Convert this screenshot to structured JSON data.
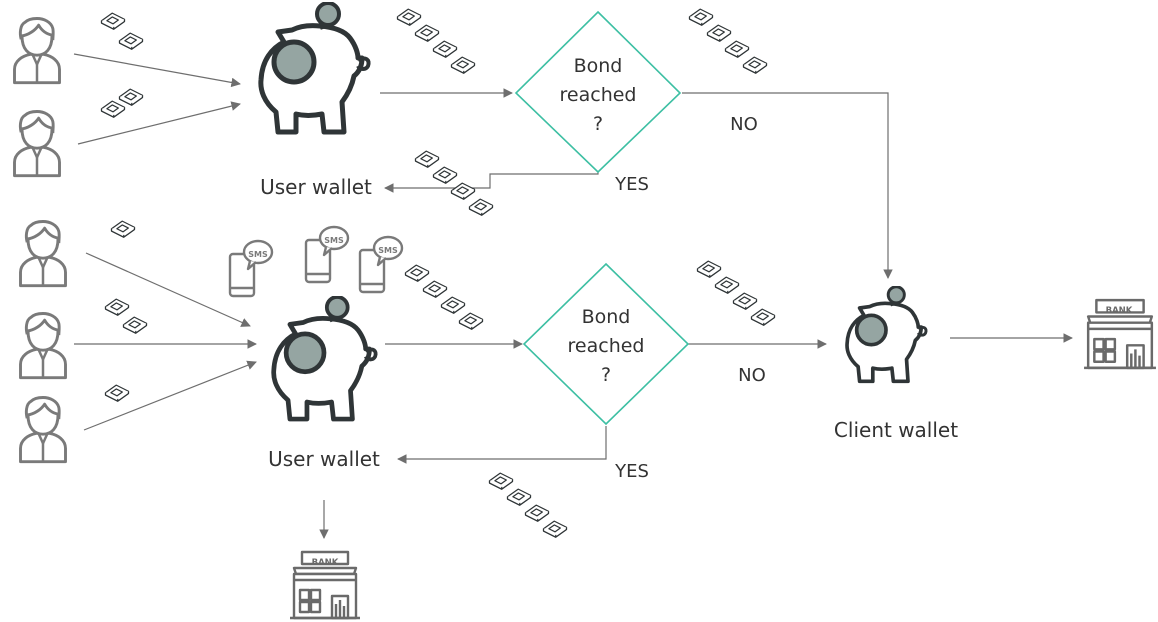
{
  "diagram": {
    "labels": {
      "top_user_wallet": "User wallet",
      "bottom_user_wallet": "User wallet",
      "client_wallet": "Client wallet",
      "top_no": "NO",
      "top_yes": "YES",
      "bottom_no": "NO",
      "bottom_yes": "YES"
    },
    "decisions": [
      {
        "id": "top",
        "lines": [
          "Bond",
          "reached",
          "?"
        ]
      },
      {
        "id": "bottom",
        "lines": [
          "Bond",
          "reached",
          "?"
        ]
      }
    ],
    "bank_sign": "BANK",
    "sms_badge": "SMS",
    "colors": {
      "decision_stroke": "#3dbfa3",
      "coin_fill": "#95a5a2",
      "icon_stroke": "#2f3537",
      "person_stroke": "#7a7a7a",
      "arrow": "#6e6e6e",
      "text": "#333333"
    },
    "icons": {
      "user": "user-icon",
      "money": "money-stack-icon",
      "phone": "sms-phone-icon",
      "piggy": "piggy-bank-icon",
      "bank": "bank-building-icon"
    }
  }
}
